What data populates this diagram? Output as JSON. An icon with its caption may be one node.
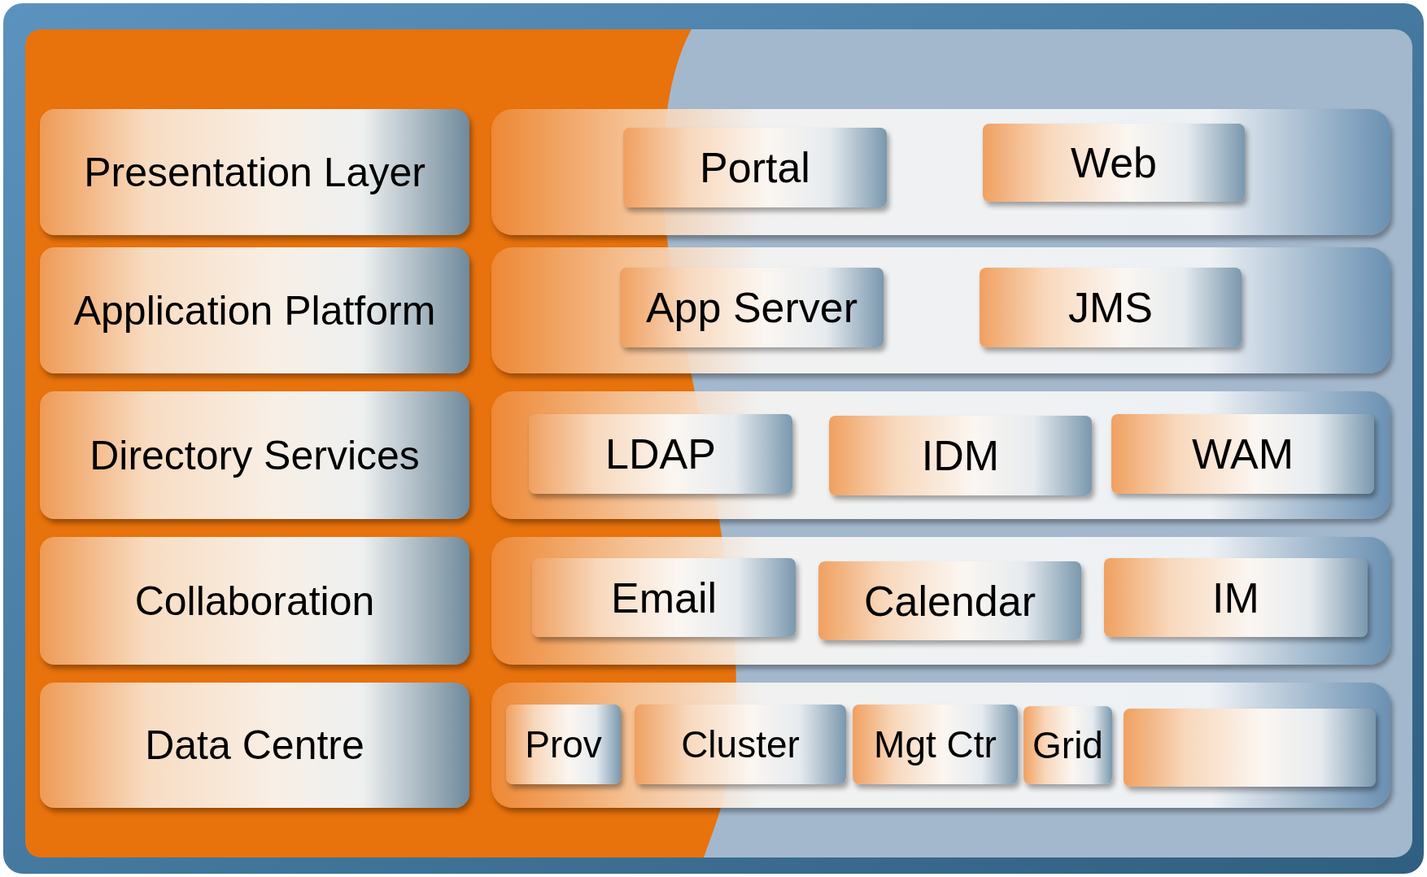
{
  "diagram": {
    "nodes": [
      {
        "text": [
          "Presentation Layer"
        ]
      },
      {
        "text": [
          "Application Platform"
        ]
      },
      {
        "text": [
          "Directory Services"
        ]
      },
      {
        "text": [
          "Collaboration"
        ]
      },
      {
        "text": [
          "Data Centre"
        ]
      },
      {
        "text": [],
        "shape": "band"
      },
      {
        "text": [],
        "shape": "band"
      },
      {
        "text": [],
        "shape": "band"
      },
      {
        "text": [],
        "shape": "band"
      },
      {
        "text": [],
        "shape": "band"
      },
      {
        "text": [
          "Portal"
        ],
        "in": 5
      },
      {
        "text": [
          "Web"
        ],
        "in": 5
      },
      {
        "text": [
          "App Server"
        ],
        "in": 6
      },
      {
        "text": [
          "JMS"
        ],
        "in": 6
      },
      {
        "text": [
          "LDAP"
        ],
        "in": 7
      },
      {
        "text": [
          "IDM"
        ],
        "in": 7
      },
      {
        "text": [
          "WAM"
        ],
        "in": 7
      },
      {
        "text": [
          "Email"
        ],
        "in": 8
      },
      {
        "text": [
          "Calendar"
        ],
        "in": 8
      },
      {
        "text": [
          "IM"
        ],
        "in": 8
      },
      {
        "text": [
          "Prov"
        ],
        "in": 9
      },
      {
        "text": [
          "Cluster"
        ],
        "in": 9
      },
      {
        "text": [
          "Mgt Ctr"
        ],
        "in": 9
      },
      {
        "text": [
          "Grid"
        ],
        "in": 9
      },
      {
        "text": [],
        "shape": "box",
        "in": 9
      }
    ]
  }
}
